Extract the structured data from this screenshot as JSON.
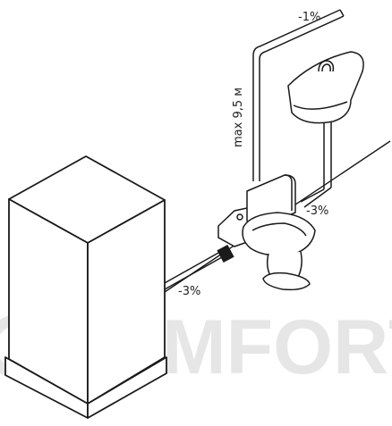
{
  "labels": {
    "slope_top": "-1%",
    "riser_height": "max 9,5 м",
    "slope_toilet": "-3%",
    "slope_pipe": "-3%"
  },
  "watermark": {
    "text": "KOMFORT"
  },
  "colors": {
    "line": "#1a1a1a",
    "watermark": "#e6e6e6",
    "background": "#ffffff"
  }
}
